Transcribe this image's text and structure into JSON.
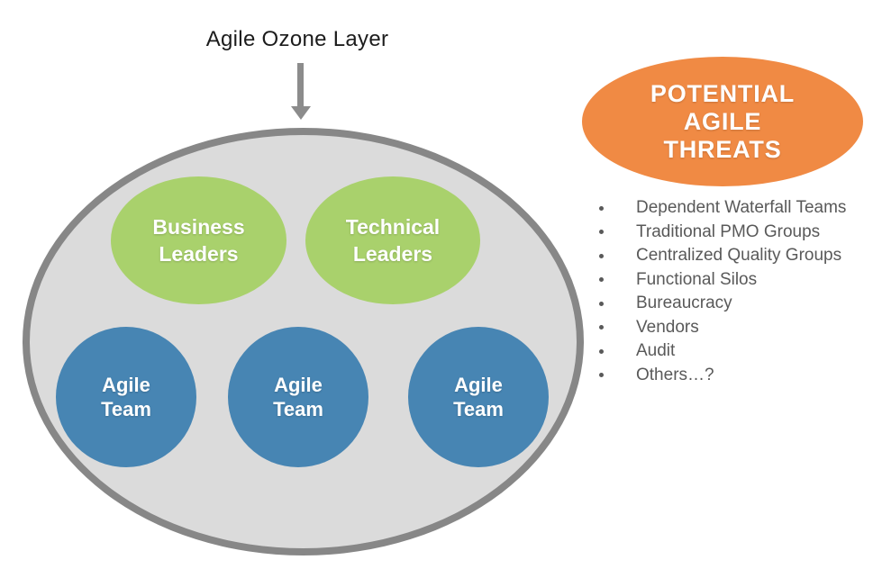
{
  "title": "Agile Ozone Layer",
  "colors": {
    "leader_green": "#a9d16c",
    "team_blue": "#4785b3",
    "threats_orange": "#f08a44",
    "ozone_fill": "#dbdbdb",
    "ozone_stroke": "#878787",
    "arrow_gray": "#8c8c8c",
    "list_text": "#595959"
  },
  "ozone": {
    "leaders": [
      {
        "label": "Business\nLeaders"
      },
      {
        "label": "Technical\nLeaders"
      }
    ],
    "teams": [
      {
        "label": "Agile\nTeam"
      },
      {
        "label": "Agile\nTeam"
      },
      {
        "label": "Agile\nTeam"
      }
    ]
  },
  "threats": {
    "title": "POTENTIAL\nAGILE\nTHREATS",
    "items": [
      "Dependent Waterfall Teams",
      "Traditional PMO Groups",
      "Centralized Quality Groups",
      "Functional Silos",
      "Bureaucracy",
      "Vendors",
      "Audit",
      "Others…?"
    ]
  }
}
